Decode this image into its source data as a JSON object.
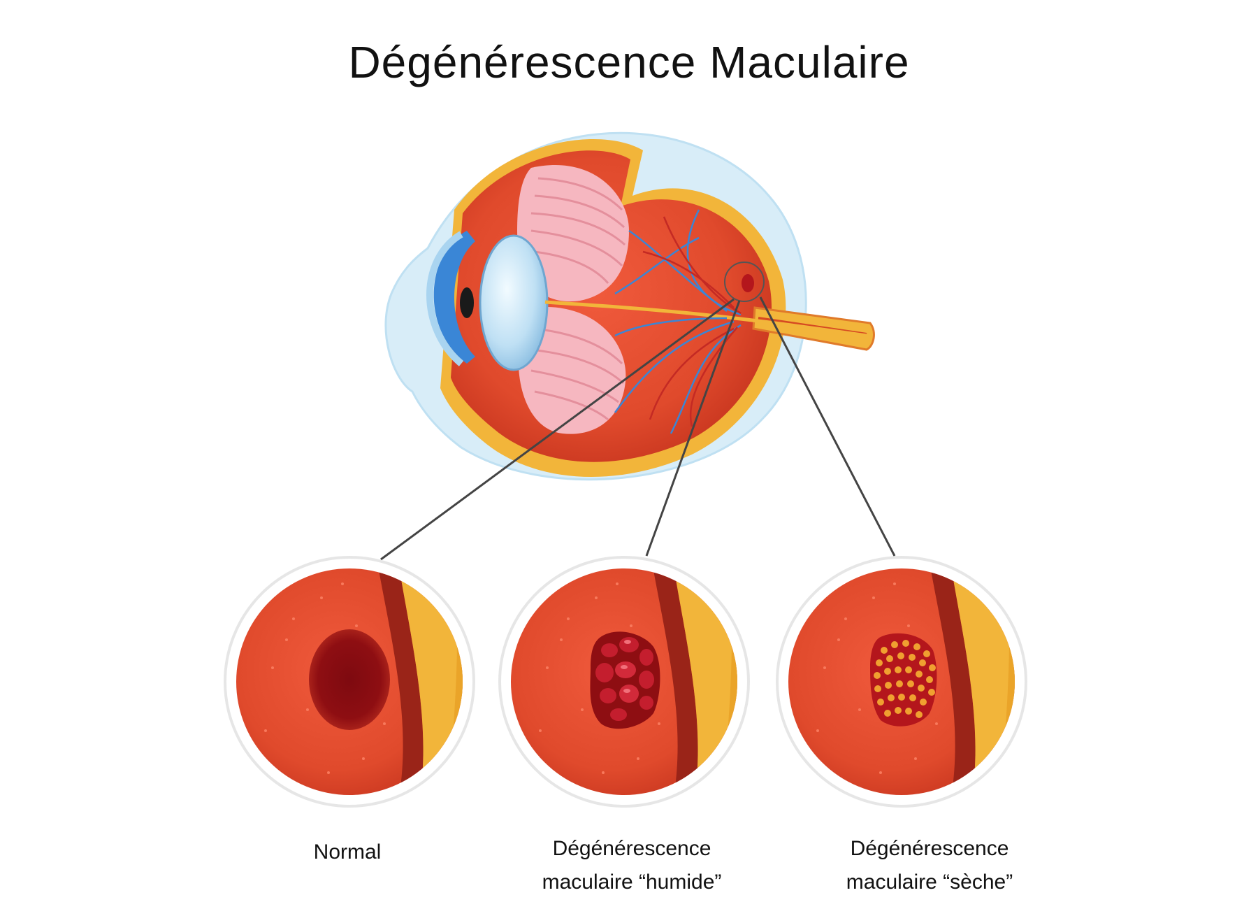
{
  "title": "Dégénérescence Maculaire",
  "captions": {
    "normal": "Normal",
    "wet_line1": "Dégénérescence",
    "wet_line2": "maculaire “humide”",
    "dry_line1": "Dégénérescence",
    "dry_line2": "maculaire “sèche”"
  },
  "colors": {
    "retina": "#e04a2c",
    "macula_normal": "#8e0e12",
    "wet_lesion": "#b31422",
    "dry_lesion": "#e88a22",
    "sclera_yellow": "#f2b53a",
    "vessels_blue": "#3a86d6",
    "lens": "#bfe0f4"
  }
}
